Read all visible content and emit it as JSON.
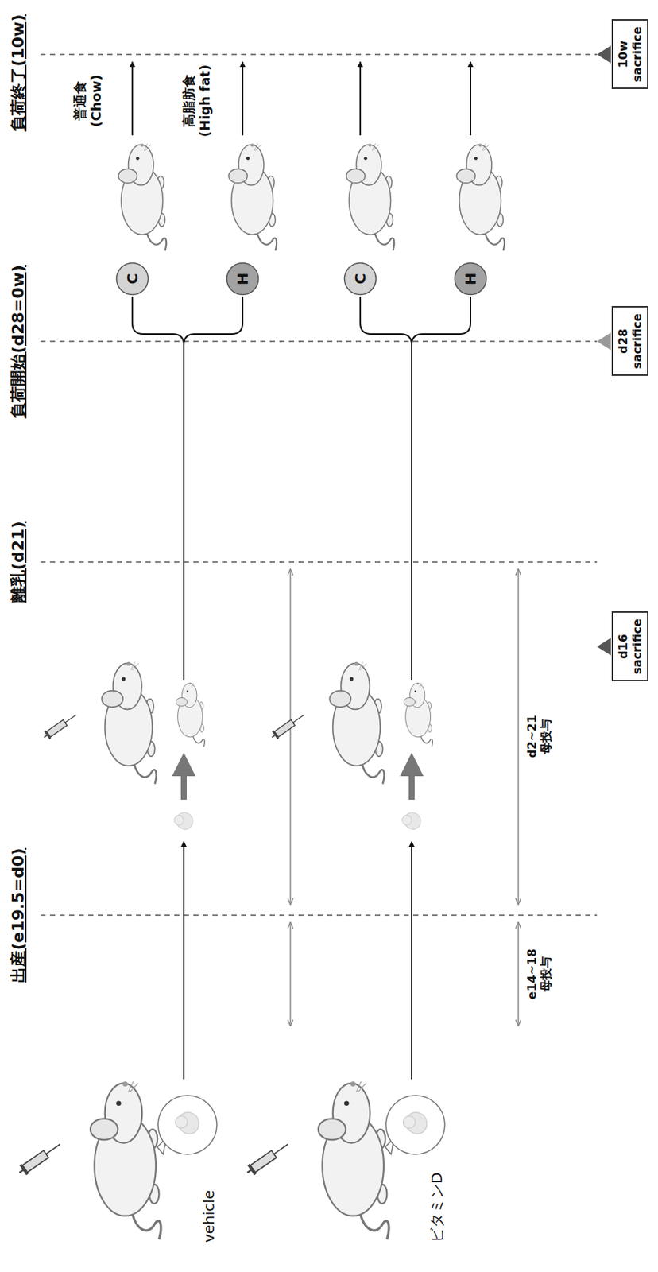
{
  "diagram": {
    "nodes": [
      {
        "text": [
          "C"
        ]
      },
      {
        "text": [
          "H"
        ]
      },
      {
        "text": [
          "C"
        ]
      },
      {
        "text": [
          "H"
        ]
      },
      {
        "text": [
          "d16 sacrifice"
        ]
      },
      {
        "text": [
          "d28 sacrifice"
        ]
      },
      {
        "text": [
          "10w sacrifice"
        ]
      }
    ],
    "labels": [
      "出産(e19.5=d0)",
      "離乳(d21)",
      "負荷開始(d28=0w)",
      "負荷終了(10w)",
      "普通食 (Chow)",
      "高脂肪食 (High fat)",
      "vehicle",
      "e14~18 母投与",
      "d2~21 母投与",
      "ビタミンD"
    ]
  }
}
